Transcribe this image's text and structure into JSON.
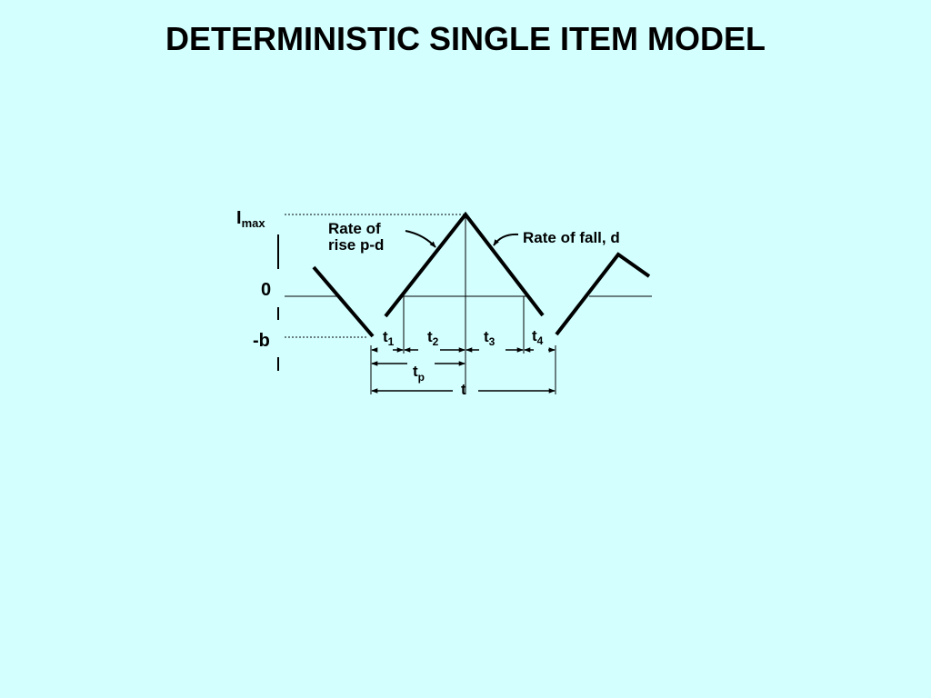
{
  "title": "DETERMINISTIC SINGLE ITEM MODEL",
  "labels": {
    "imax_base": "I",
    "imax_sub": "max",
    "zero": "0",
    "minus_b": "-b",
    "rise_line1": "Rate of",
    "rise_line2": "rise p-d",
    "fall": "Rate of fall, d",
    "t1_base": "t",
    "t1_sub": "1",
    "t2_base": "t",
    "t2_sub": "2",
    "t3_base": "t",
    "t3_sub": "3",
    "t4_base": "t",
    "t4_sub": "4",
    "tp_base": "t",
    "tp_sub": "p",
    "t": "t"
  },
  "colors": {
    "background": "#d3ffff",
    "ink": "#000000"
  }
}
